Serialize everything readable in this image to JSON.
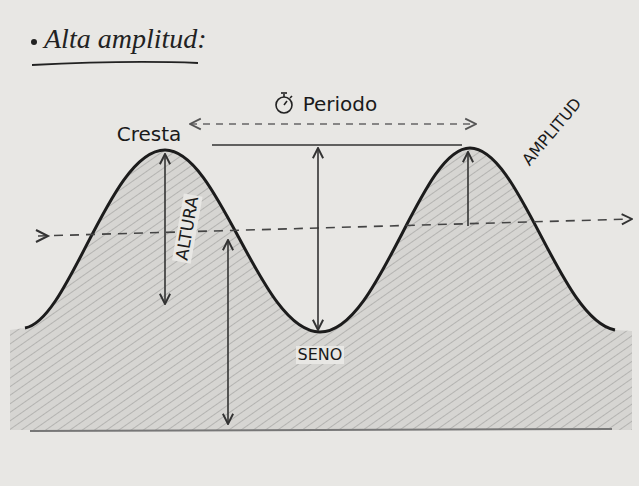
{
  "diagram": {
    "title": "Alta amplitud:",
    "labels": [
      "Periodo",
      "Cresta",
      "ALTURA",
      "AMPLITUD",
      "SENO"
    ]
  }
}
